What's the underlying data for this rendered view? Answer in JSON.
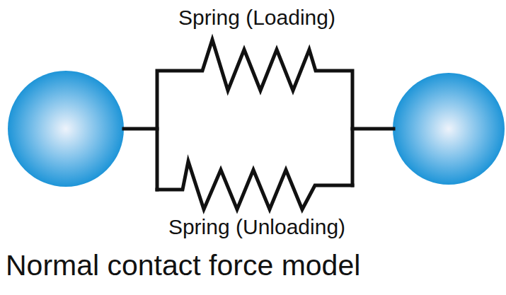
{
  "diagram": {
    "caption": "Normal contact force model",
    "labels": [
      "Spring (Loading)",
      "Spring (Unloading)"
    ]
  }
}
